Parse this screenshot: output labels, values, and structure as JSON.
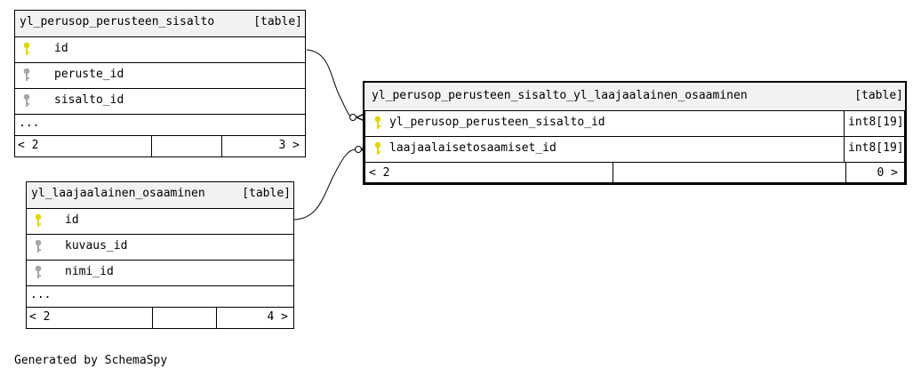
{
  "tables": {
    "sisalto": {
      "name": "yl_perusop_perusteen_sisalto",
      "type": "[table]",
      "columns": [
        {
          "name": "id",
          "key": "primary"
        },
        {
          "name": "peruste_id",
          "key": "foreign"
        },
        {
          "name": "sisalto_id",
          "key": "foreign"
        }
      ],
      "more": "...",
      "footer": {
        "parents": "< 2",
        "children": "3 >"
      }
    },
    "osaaminen": {
      "name": "yl_laajaalainen_osaaminen",
      "type": "[table]",
      "columns": [
        {
          "name": "id",
          "key": "primary"
        },
        {
          "name": "kuvaus_id",
          "key": "foreign"
        },
        {
          "name": "nimi_id",
          "key": "foreign"
        }
      ],
      "more": "...",
      "footer": {
        "parents": "< 2",
        "children": "4 >"
      }
    },
    "join": {
      "name": "yl_perusop_perusteen_sisalto_yl_laajaalainen_osaaminen",
      "type": "[table]",
      "columns": [
        {
          "name": "yl_perusop_perusteen_sisalto_id",
          "type": "int8[19]",
          "key": "primary"
        },
        {
          "name": "laajaalaisetosaamiset_id",
          "type": "int8[19]",
          "key": "primary"
        }
      ],
      "footer": {
        "parents": "< 2",
        "children": "0 >"
      }
    }
  },
  "colors": {
    "primary_key": "#e0d800",
    "foreign_key": "#a6a6a6",
    "header_bg": "#f2f2f2"
  },
  "footer_text": "Generated by SchemaSpy"
}
